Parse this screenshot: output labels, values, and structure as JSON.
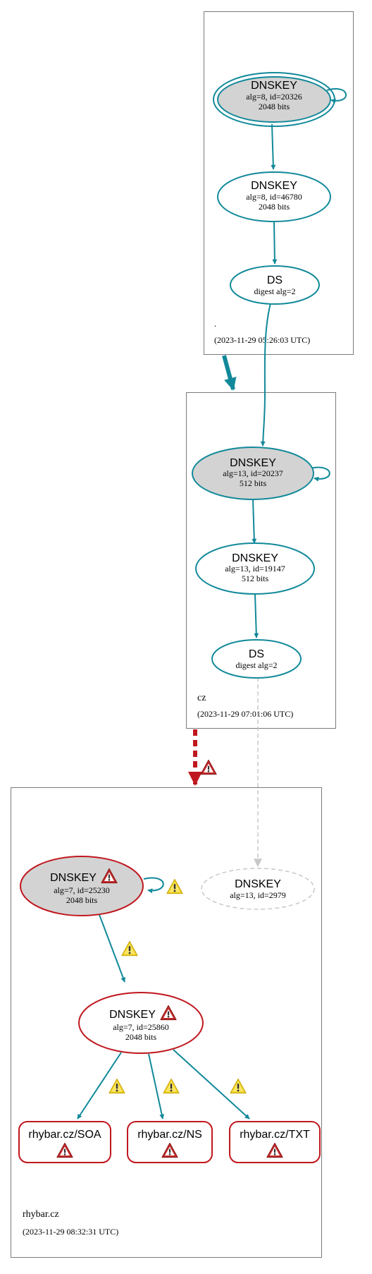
{
  "colors": {
    "teal": "#11899a",
    "red": "#c0171e",
    "gray_fill": "#d3d3d3",
    "zone_border": "#7a7a7a",
    "dashed_gray": "#c8c8c8",
    "warn_yellow": "#f2d51b",
    "warn_red": "#c42b2b"
  },
  "zones": {
    "root": {
      "name": ".",
      "timestamp": "(2023-11-29 05:26:03 UTC)"
    },
    "cz": {
      "name": "cz",
      "timestamp": "(2023-11-29 07:01:06 UTC)"
    },
    "rhybar": {
      "name": "rhybar.cz",
      "timestamp": "(2023-11-29 08:32:31 UTC)"
    }
  },
  "nodes": {
    "root_ksk": {
      "title": "DNSKEY",
      "line1": "alg=8, id=20326",
      "line2": "2048 bits"
    },
    "root_zsk": {
      "title": "DNSKEY",
      "line1": "alg=8, id=46780",
      "line2": "2048 bits"
    },
    "root_ds": {
      "title": "DS",
      "line1": "digest alg=2"
    },
    "cz_ksk": {
      "title": "DNSKEY",
      "line1": "alg=13, id=20237",
      "line2": "512 bits"
    },
    "cz_zsk": {
      "title": "DNSKEY",
      "line1": "alg=13, id=19147",
      "line2": "512 bits"
    },
    "cz_ds": {
      "title": "DS",
      "line1": "digest alg=2"
    },
    "rh_ksk": {
      "title": "DNSKEY",
      "line1": "alg=7, id=25230",
      "line2": "2048 bits"
    },
    "rh_missing": {
      "title": "DNSKEY",
      "line1": "alg=13, id=2979"
    },
    "rh_zsk": {
      "title": "DNSKEY",
      "line1": "alg=7, id=25860",
      "line2": "2048 bits"
    },
    "rr_soa": {
      "title": "rhybar.cz/SOA"
    },
    "rr_ns": {
      "title": "rhybar.cz/NS"
    },
    "rr_txt": {
      "title": "rhybar.cz/TXT"
    }
  },
  "icons": {
    "warning": "warning-triangle-icon",
    "error": "error-triangle-icon"
  }
}
